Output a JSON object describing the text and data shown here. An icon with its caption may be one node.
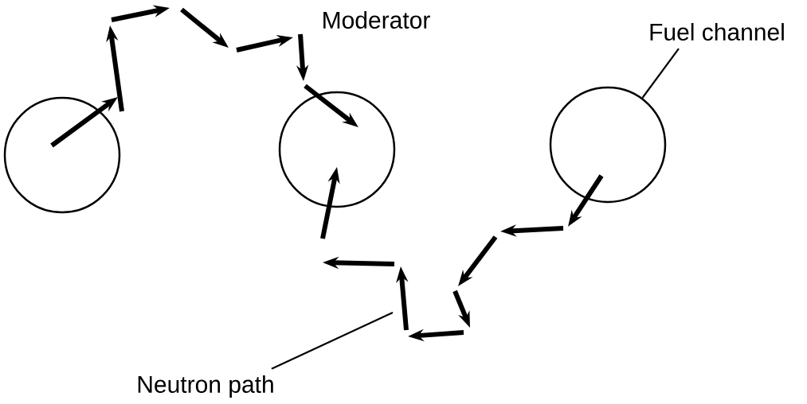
{
  "diagram": {
    "nodes": [
      {
        "text": [],
        "shape": "circle"
      },
      {
        "text": [],
        "shape": "circle"
      },
      {
        "text": [],
        "shape": "circle"
      },
      {
        "text": [
          "Fuel channel"
        ]
      },
      {
        "text": [
          "Neutron path"
        ]
      }
    ],
    "edges": [
      {
        "from": 3,
        "to": 2,
        "arrow": "none"
      },
      {
        "from": 4,
        "to": null,
        "arrow": "none"
      }
    ],
    "labels": [
      "Moderator"
    ]
  }
}
